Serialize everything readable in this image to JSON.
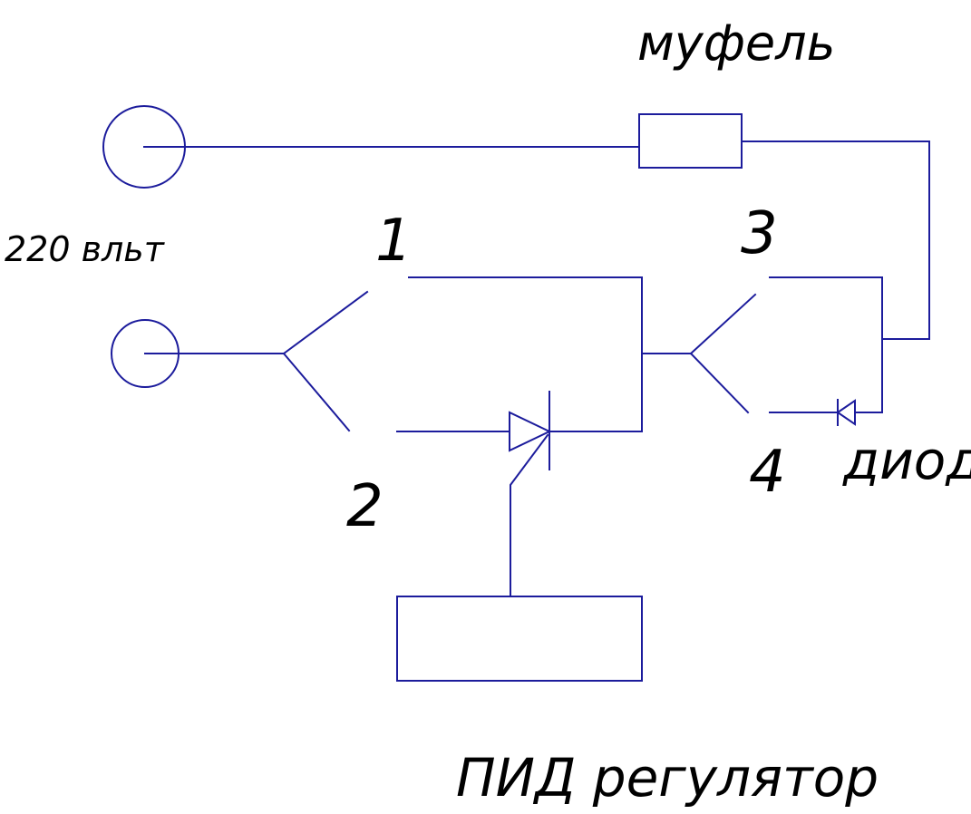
{
  "labels": {
    "furnace": "муфель",
    "voltage": "220 вльт",
    "terminal_1": "1",
    "terminal_2": "2",
    "terminal_3": "3",
    "terminal_4": "4",
    "diode": "диод",
    "pid_controller": "ПИД регулятор"
  },
  "colors": {
    "wire": "#1c1c9c",
    "text": "#000000",
    "background": "#ffffff"
  }
}
